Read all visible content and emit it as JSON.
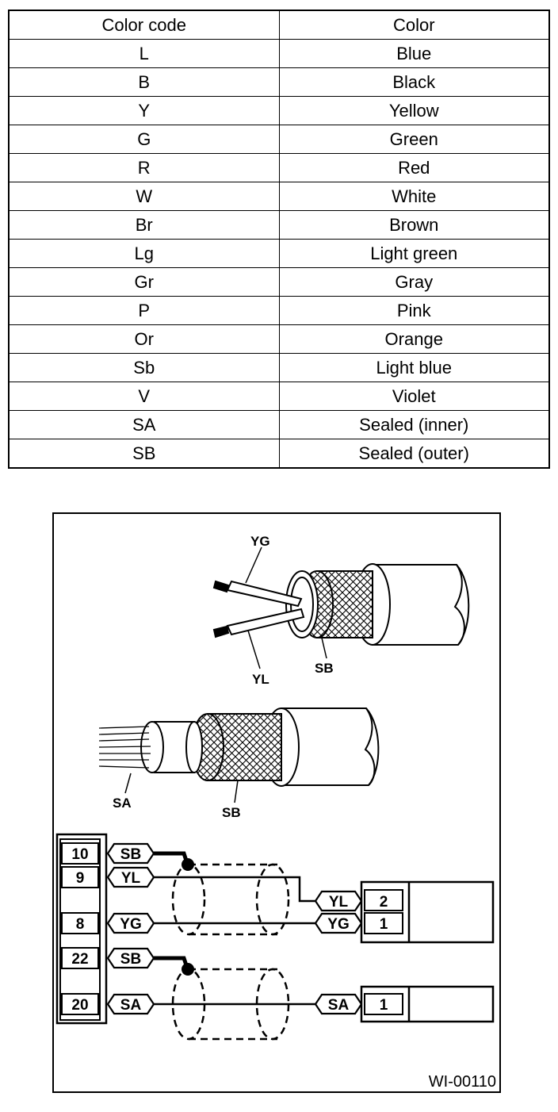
{
  "table": {
    "headers": [
      "Color code",
      "Color"
    ],
    "rows": [
      [
        "L",
        "Blue"
      ],
      [
        "B",
        "Black"
      ],
      [
        "Y",
        "Yellow"
      ],
      [
        "G",
        "Green"
      ],
      [
        "R",
        "Red"
      ],
      [
        "W",
        "White"
      ],
      [
        "Br",
        "Brown"
      ],
      [
        "Lg",
        "Light green"
      ],
      [
        "Gr",
        "Gray"
      ],
      [
        "P",
        "Pink"
      ],
      [
        "Or",
        "Orange"
      ],
      [
        "Sb",
        "Light blue"
      ],
      [
        "V",
        "Violet"
      ],
      [
        "SA",
        "Sealed (inner)"
      ],
      [
        "SB",
        "Sealed (outer)"
      ]
    ]
  },
  "diagram": {
    "cable1": {
      "wire_top": "YG",
      "wire_bottom": "YL",
      "shield": "SB"
    },
    "cable2": {
      "inner": "SA",
      "shield": "SB"
    },
    "left_connector": {
      "pins": [
        "10",
        "9",
        "8",
        "22",
        "20"
      ],
      "wires": [
        "SB",
        "YL",
        "YG",
        "SB",
        "SA"
      ]
    },
    "right_connector_1": {
      "pins": [
        "2",
        "1"
      ],
      "wires": [
        "YL",
        "YG"
      ]
    },
    "right_connector_2": {
      "pins": [
        "1"
      ],
      "wires": [
        "SA"
      ]
    },
    "figure_id": "WI-00110"
  }
}
